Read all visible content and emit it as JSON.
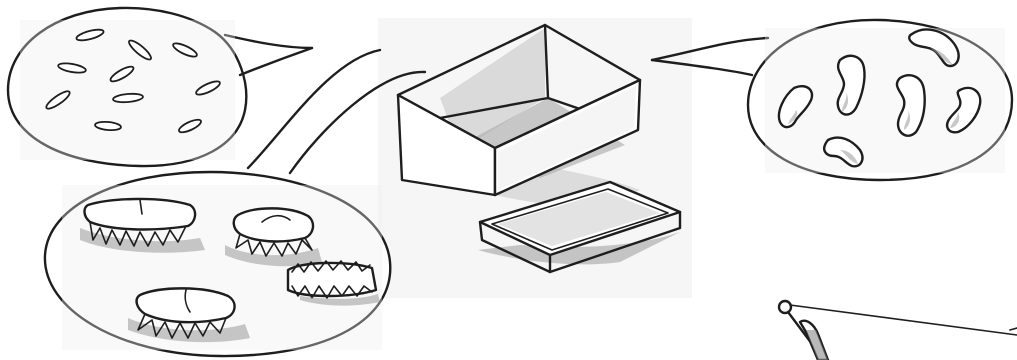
{
  "scene": {
    "items": {
      "box": "box-with-lid",
      "bubbles": [
        "rice-grains",
        "kidney-beans",
        "bottle-caps"
      ],
      "partial": "rod-with-string"
    },
    "colors": {
      "ink": "#1e1e1e",
      "shade": "#9a9a9a",
      "background": "#ffffff"
    }
  }
}
